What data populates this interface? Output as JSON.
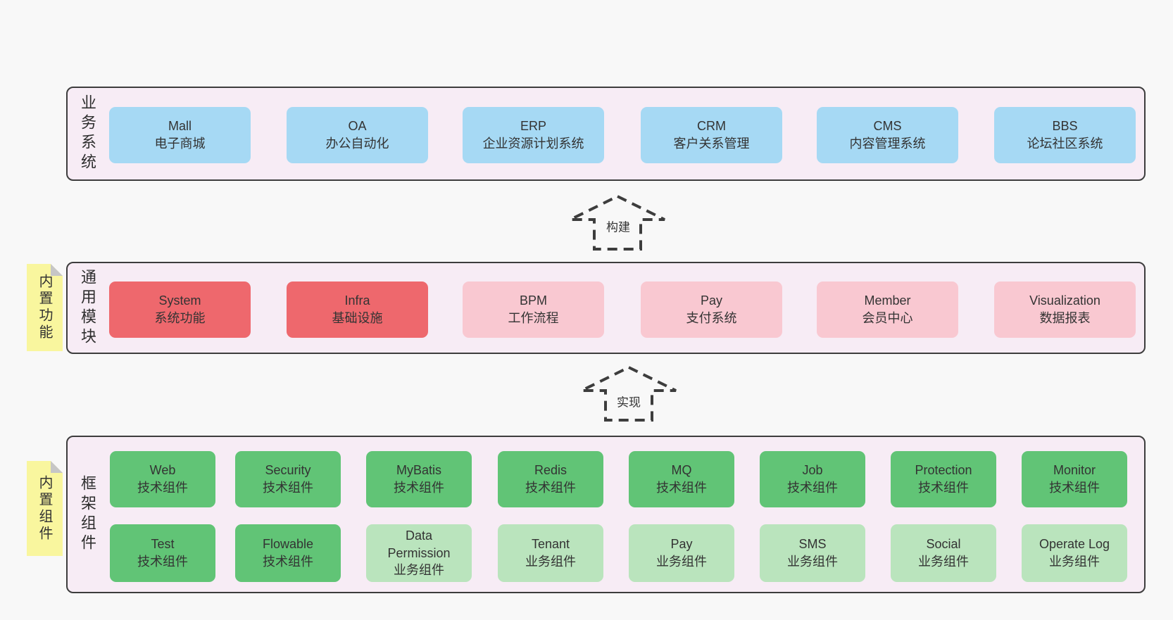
{
  "diagram": {
    "layers": [
      {
        "label": "业务系统",
        "boxes": [
          {
            "title": "Mall",
            "subtitle": "电子商城"
          },
          {
            "title": "OA",
            "subtitle": "办公自动化"
          },
          {
            "title": "ERP",
            "subtitle": "企业资源计划系统"
          },
          {
            "title": "CRM",
            "subtitle": "客户关系管理"
          },
          {
            "title": "CMS",
            "subtitle": "内容管理系统"
          },
          {
            "title": "BBS",
            "subtitle": "论坛社区系统"
          }
        ]
      },
      {
        "label": "通用模块",
        "sticky_note": "内置功能",
        "boxes": [
          {
            "title": "System",
            "subtitle": "系统功能"
          },
          {
            "title": "Infra",
            "subtitle": "基础设施"
          },
          {
            "title": "BPM",
            "subtitle": "工作流程"
          },
          {
            "title": "Pay",
            "subtitle": "支付系统"
          },
          {
            "title": "Member",
            "subtitle": "会员中心"
          },
          {
            "title": "Visualization",
            "subtitle": "数据报表"
          }
        ]
      },
      {
        "label": "框架组件",
        "sticky_note": "内置组件",
        "rows": [
          [
            {
              "title": "Web",
              "subtitle": "技术组件"
            },
            {
              "title": "Security",
              "subtitle": "技术组件"
            },
            {
              "title": "MyBatis",
              "subtitle": "技术组件"
            },
            {
              "title": "Redis",
              "subtitle": "技术组件"
            },
            {
              "title": "MQ",
              "subtitle": "技术组件"
            },
            {
              "title": "Job",
              "subtitle": "技术组件"
            },
            {
              "title": "Protection",
              "subtitle": "技术组件"
            },
            {
              "title": "Monitor",
              "subtitle": "技术组件"
            }
          ],
          [
            {
              "title": "Test",
              "subtitle": "技术组件"
            },
            {
              "title": "Flowable",
              "subtitle": "技术组件"
            },
            {
              "title": "Data Permission",
              "subtitle": "业务组件"
            },
            {
              "title": "Tenant",
              "subtitle": "业务组件"
            },
            {
              "title": "Pay",
              "subtitle": "业务组件"
            },
            {
              "title": "SMS",
              "subtitle": "业务组件"
            },
            {
              "title": "Social",
              "subtitle": "业务组件"
            },
            {
              "title": "Operate Log",
              "subtitle": "业务组件"
            }
          ]
        ]
      }
    ],
    "arrows": [
      {
        "label": "构建"
      },
      {
        "label": "实现"
      }
    ],
    "colors": {
      "page_bg": "#f8f8f8",
      "layer_bg": "#f7ecf5",
      "border": "#3d3d3d",
      "blue_box": "#a6d9f4",
      "red_box": "#ee686d",
      "pink_box": "#f9c8d1",
      "green_box": "#61c476",
      "light_green_box": "#bae4bd",
      "sticky_yellow": "#f9f69e",
      "text": "#333333"
    }
  }
}
